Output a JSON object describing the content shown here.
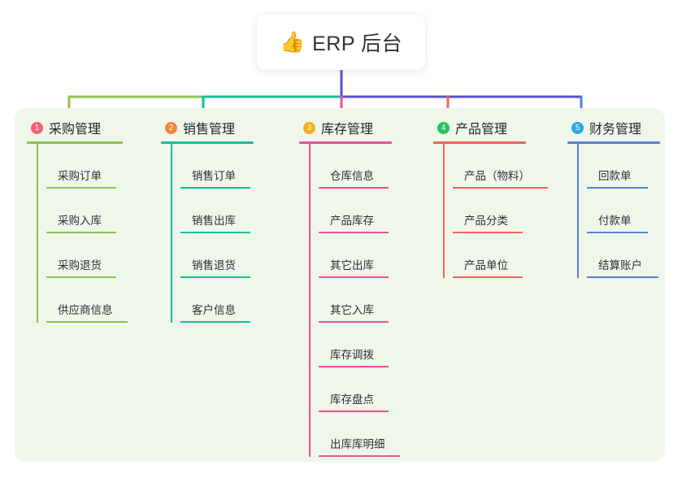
{
  "diagram": {
    "title": "ERP 后台",
    "root": {
      "icon": "thumbs-up-icon",
      "emoji": "👍",
      "label": "ERP 后台"
    },
    "panel_color": "#eff7ea",
    "background_color": "#ffffff",
    "columns": [
      {
        "number": "1",
        "title": "采购管理",
        "badge_color": "#f4606c",
        "line_color": "#8cc152",
        "items": [
          {
            "label": "采购订单"
          },
          {
            "label": "采购入库"
          },
          {
            "label": "采购退货"
          },
          {
            "label": "供应商信息"
          }
        ]
      },
      {
        "number": "2",
        "title": "销售管理",
        "badge_color": "#f0843c",
        "line_color": "#1abc9c",
        "items": [
          {
            "label": "销售订单"
          },
          {
            "label": "销售出库"
          },
          {
            "label": "销售退货"
          },
          {
            "label": "客户信息"
          }
        ]
      },
      {
        "number": "3",
        "title": "库存管理",
        "badge_color": "#f6b01e",
        "line_color": "#e8529c",
        "items": [
          {
            "label": "仓库信息"
          },
          {
            "label": "产品库存"
          },
          {
            "label": "其它出库"
          },
          {
            "label": "其它入库"
          },
          {
            "label": "库存调拨"
          },
          {
            "label": "库存盘点"
          },
          {
            "label": "出库库明细"
          }
        ]
      },
      {
        "number": "4",
        "title": "产品管理",
        "badge_color": "#2fbf60",
        "line_color": "#f4615f",
        "items": [
          {
            "label": "产品（物料）"
          },
          {
            "label": "产品分类"
          },
          {
            "label": "产品单位"
          }
        ]
      },
      {
        "number": "5",
        "title": "财务管理",
        "badge_color": "#29a9e0",
        "line_color": "#5b7fd4",
        "items": [
          {
            "label": "回款单"
          },
          {
            "label": "付款单"
          },
          {
            "label": "结算账户"
          }
        ]
      }
    ]
  }
}
